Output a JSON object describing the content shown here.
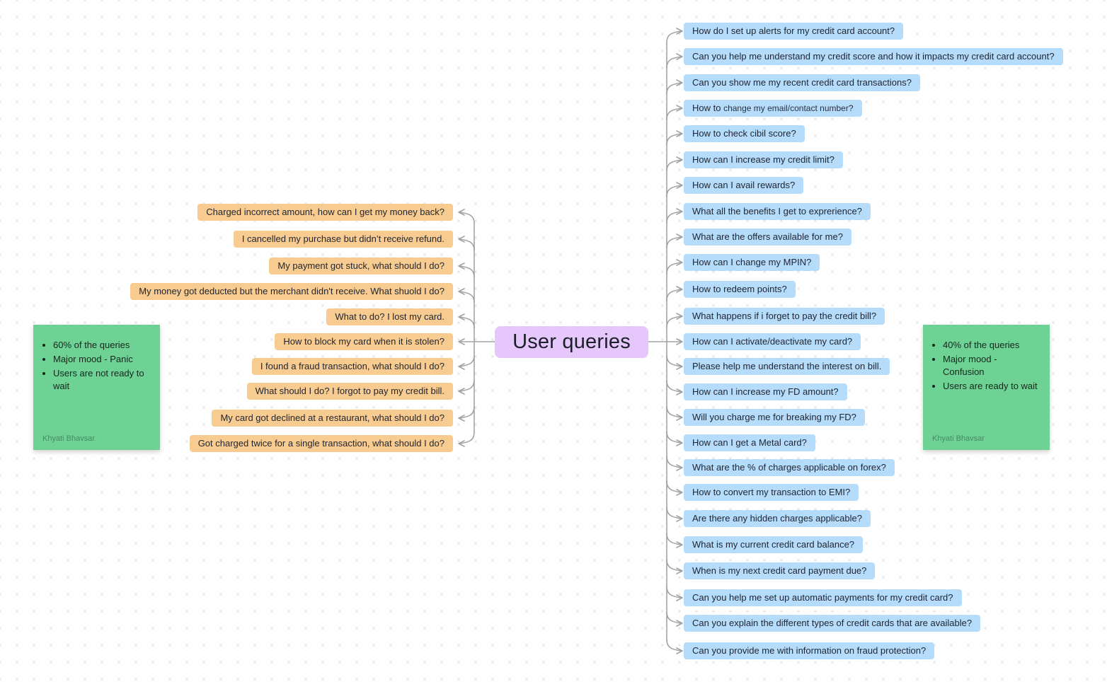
{
  "center": {
    "label": "User queries"
  },
  "colors": {
    "left_node": "#f8cc90",
    "right_node": "#b6dcfb",
    "sticky": "#6ed295",
    "center_node": "#e6c7fb",
    "connector": "#a3a3a3"
  },
  "left": {
    "items": [
      {
        "text": "Charged incorrect amount, how can I get my money back?"
      },
      {
        "text": "I cancelled my purchase but didn’t receive refund."
      },
      {
        "text": "My payment got stuck, what should I do?"
      },
      {
        "text": "My money got deducted but the merchant didn't receive. What shuold I do?"
      },
      {
        "text": "What to do? I lost my card."
      },
      {
        "text": "How to block my card when it is stolen?"
      },
      {
        "text": "I found a fraud transaction, what should I do?"
      },
      {
        "text": "What should I do? I forgot to pay my credit bill."
      },
      {
        "text": "My card got declined at a restaurant, what should I do?"
      },
      {
        "text": "Got charged twice for a single transaction, what should I do?"
      }
    ],
    "sticky": {
      "bullets": [
        "60% of the queries",
        "Major mood - Panic",
        "Users are not ready to wait"
      ],
      "author": "Khyati Bhavsar"
    }
  },
  "right": {
    "items": [
      {
        "text": "How do I set up alerts for my credit card account?"
      },
      {
        "text": "Can you help me understand my credit score and how it impacts my credit card account?"
      },
      {
        "text": "Can you show me my recent credit card transactions?"
      },
      {
        "prefix": "How to ",
        "rest": "change my email/contact number?"
      },
      {
        "text": "How to check cibil score?"
      },
      {
        "text": "How can I increase my credit limit?"
      },
      {
        "text": "How can I avail rewards?"
      },
      {
        "text": "What all the benefits I get to exprerience?"
      },
      {
        "text": "What are the offers available for me?"
      },
      {
        "text": "How can I change my MPIN?"
      },
      {
        "text": "How to redeem points?"
      },
      {
        "text": "What happens if i forget to pay the credit bill?"
      },
      {
        "text": "How can I activate/deactivate my card?"
      },
      {
        "text": "Please help me understand the interest on bill."
      },
      {
        "text": "How can I increase my FD amount?"
      },
      {
        "text": "Will you charge me for breaking my FD?"
      },
      {
        "text": "How can I get a Metal card?"
      },
      {
        "text": "What are the % of charges applicable on forex?"
      },
      {
        "text": "How to convert my transaction to EMI?"
      },
      {
        "text": "Are there any hidden charges applicable?"
      },
      {
        "text": "What is my current credit card balance?"
      },
      {
        "text": "When is my next credit card payment due?"
      },
      {
        "text": "Can you help me set up automatic payments for my credit card?"
      },
      {
        "text": "Can you explain the different types of credit cards that are available?"
      },
      {
        "text": "Can you provide me with information on fraud protection?"
      }
    ],
    "sticky": {
      "bullets": [
        "40% of the queries",
        "Major mood -\nConfusion",
        "Users are ready to wait"
      ],
      "author": "Khyati Bhavsar"
    }
  }
}
